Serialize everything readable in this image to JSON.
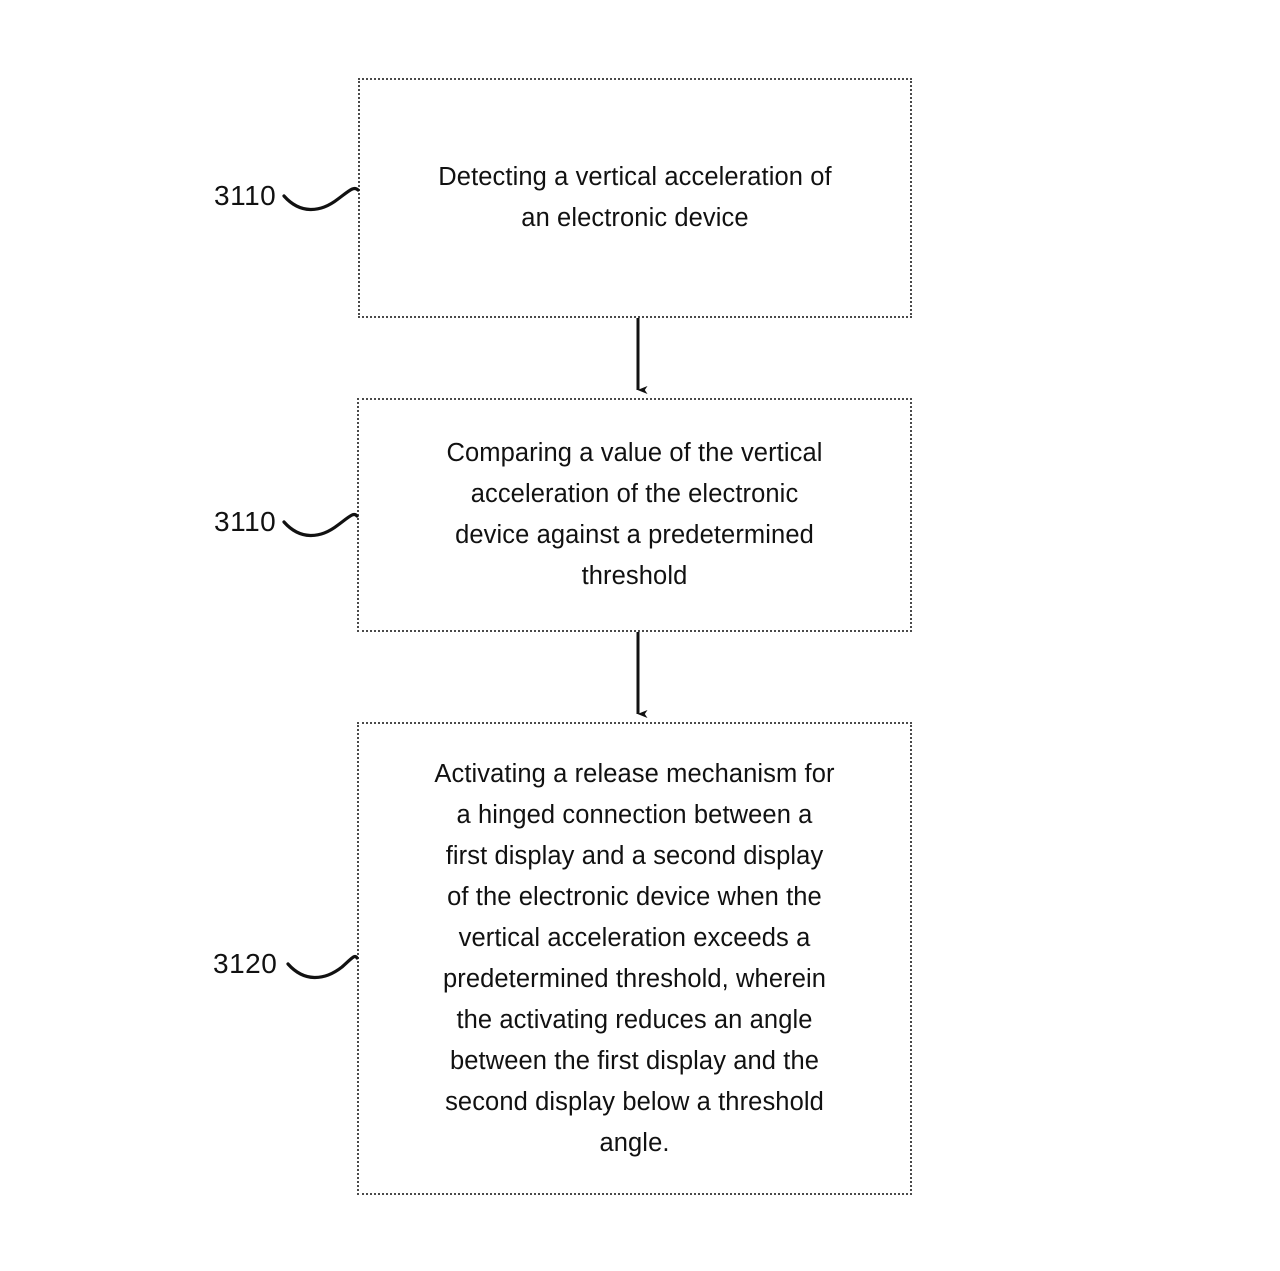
{
  "figure": {
    "type": "patent-flowchart",
    "orientation": "vertical",
    "background_color": "#ffffff",
    "stroke_color": "#111111",
    "box_border_style": "dotted",
    "box_border_color": "#4a4a4a"
  },
  "steps": [
    {
      "ref": "3110",
      "text": "Detecting a vertical acceleration of\nan electronic device"
    },
    {
      "ref": "3110",
      "text": "Comparing a value of the vertical\nacceleration of the electronic\ndevice against a predetermined\nthreshold"
    },
    {
      "ref": "3120",
      "text": "Activating a release mechanism for\na hinged connection between a\nfirst display and a second display\nof the electronic device when the\nvertical acceleration exceeds a\npredetermined threshold, wherein\nthe activating reduces an angle\nbetween the first display and the\nsecond display below a threshold\nangle."
    }
  ],
  "connectors": [
    {
      "from_ref": "3110",
      "to_ref": "3110",
      "style": "arrow-down"
    },
    {
      "from_ref": "3110",
      "to_ref": "3120",
      "style": "arrow-down"
    }
  ]
}
